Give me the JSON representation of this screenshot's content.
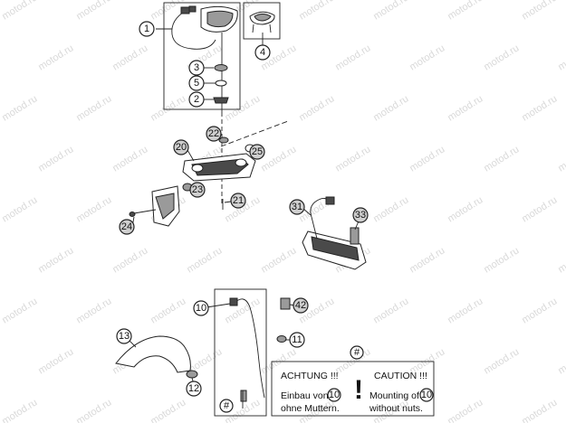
{
  "watermark": "motod.ru",
  "callouts": {
    "c1": "1",
    "c2": "2",
    "c3": "3",
    "c4": "4",
    "c5": "5",
    "c10": "10",
    "c11": "11",
    "c12": "12",
    "c13": "13",
    "c20": "20",
    "c21": "21",
    "c22": "22",
    "c23": "23",
    "c24": "24",
    "c25": "25",
    "c31": "31",
    "c33": "33",
    "c42": "42"
  },
  "marker": "#",
  "note": {
    "de_title": "ACHTUNG !!!",
    "en_title": "CAUTION !!!",
    "de_line1": "Einbau von",
    "de_line2": "ohne Muttern.",
    "en_line1": "Mounting of",
    "en_line2": "without nuts.",
    "ref": "10",
    "mark": "!"
  }
}
